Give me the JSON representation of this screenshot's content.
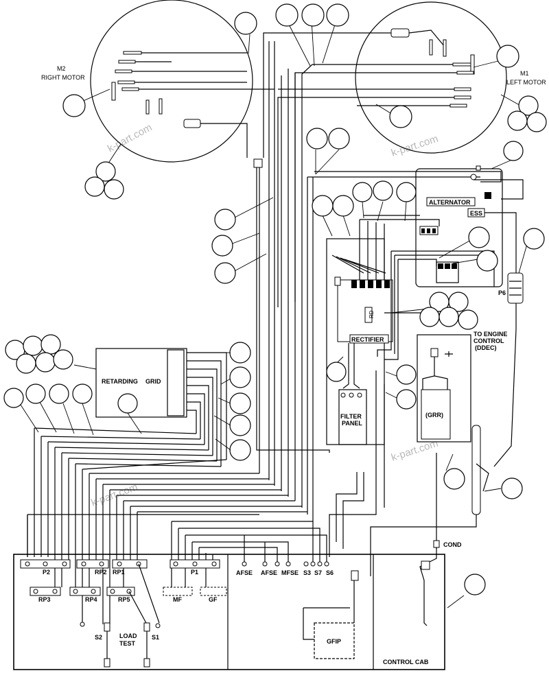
{
  "labels": {
    "m2": "M2",
    "right_motor": "RIGHT MOTOR",
    "m1": "M1",
    "left_motor": "LEFT MOTOR",
    "alternator": "ALTERNATOR",
    "ess": "ESS",
    "rectifier": "RECTIFIER",
    "rd": "RD",
    "filter1": "FILTER",
    "filter2": "PANEL",
    "grr": "(GRR)",
    "engine1": "TO ENGINE",
    "engine2": "CONTROL",
    "engine3": "(DDEC)",
    "p6": "P6",
    "retarding": "RETARDING",
    "grid": "GRID",
    "cond": "COND",
    "control_cab": "CONTROL    CAB",
    "load": "LOAD",
    "test": "TEST",
    "s2": "S2",
    "s1": "S1",
    "gfip": "GFIP"
  },
  "terminal_labels": {
    "p2": "P2",
    "rp2": "RP2",
    "rp1": "RP1",
    "p1": "P1",
    "rp3": "RP3",
    "rp4": "RP4",
    "rp5": "RP5",
    "mf": "MF",
    "gf": "GF",
    "afse1": "AFSE",
    "afse2": "AFSE",
    "mfse": "MFSE",
    "s3": "S3",
    "s7": "S7",
    "s6": "S6"
  },
  "watermark": "k-part.com"
}
